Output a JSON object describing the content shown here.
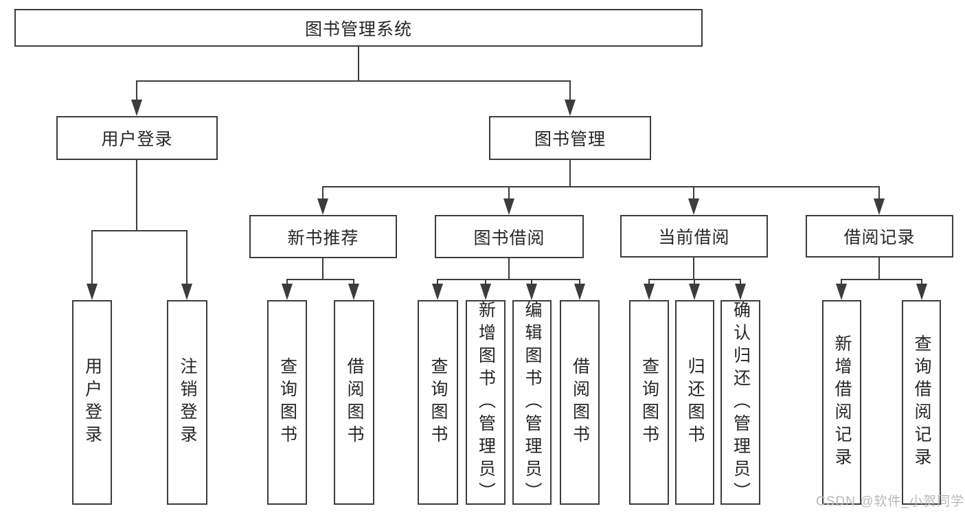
{
  "tree": {
    "root": "图书管理系统",
    "branches": [
      {
        "label": "用户登录",
        "leaves": [
          "用户登录",
          "注销登录"
        ]
      },
      {
        "label": "图书管理",
        "groups": [
          {
            "label": "新书推荐",
            "leaves": [
              "查询图书",
              "借阅图书"
            ]
          },
          {
            "label": "图书借阅",
            "leaves": [
              "查询图书",
              "新增图书（管理员）",
              "编辑图书（管理员）",
              "借阅图书"
            ]
          },
          {
            "label": "当前借阅",
            "leaves": [
              "查询图书",
              "归还图书",
              "确认归还（管理员）"
            ]
          },
          {
            "label": "借阅记录",
            "leaves": [
              "新增借阅记录",
              "查询借阅记录"
            ]
          }
        ]
      }
    ]
  },
  "watermark": "CSDN @软件_小贺同学",
  "colors": {
    "line": "#3c3c3c",
    "text": "#262626",
    "watermark": "#b9b9b9",
    "background": "#ffffff"
  }
}
